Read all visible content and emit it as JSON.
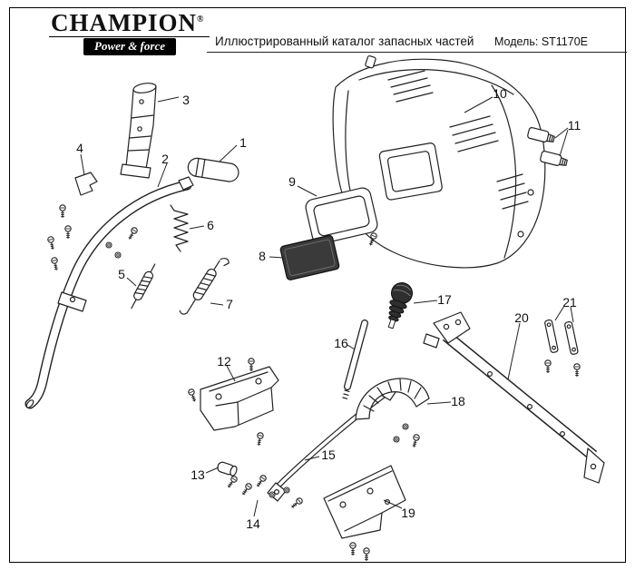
{
  "header": {
    "brand": "CHAMPION",
    "registered_mark": "®",
    "tagline": "Power & force",
    "catalog_title": "Иллюстрированный каталог запасных частей",
    "model": "Модель: ST1170E"
  },
  "colors": {
    "ink": "#1a1a1a",
    "dark_part": "#3a3a3a",
    "brand_black": "#000000"
  },
  "diagram": {
    "callouts": [
      {
        "label": "1"
      },
      {
        "label": "2"
      },
      {
        "label": "3"
      },
      {
        "label": "4"
      },
      {
        "label": "5"
      },
      {
        "label": "6"
      },
      {
        "label": "7"
      },
      {
        "label": "8"
      },
      {
        "label": "9"
      },
      {
        "label": "10"
      },
      {
        "label": "11"
      },
      {
        "label": "12"
      },
      {
        "label": "13"
      },
      {
        "label": "14"
      },
      {
        "label": "15"
      },
      {
        "label": "16"
      },
      {
        "label": "17"
      },
      {
        "label": "18"
      },
      {
        "label": "19"
      },
      {
        "label": "20"
      },
      {
        "label": "21"
      }
    ]
  }
}
